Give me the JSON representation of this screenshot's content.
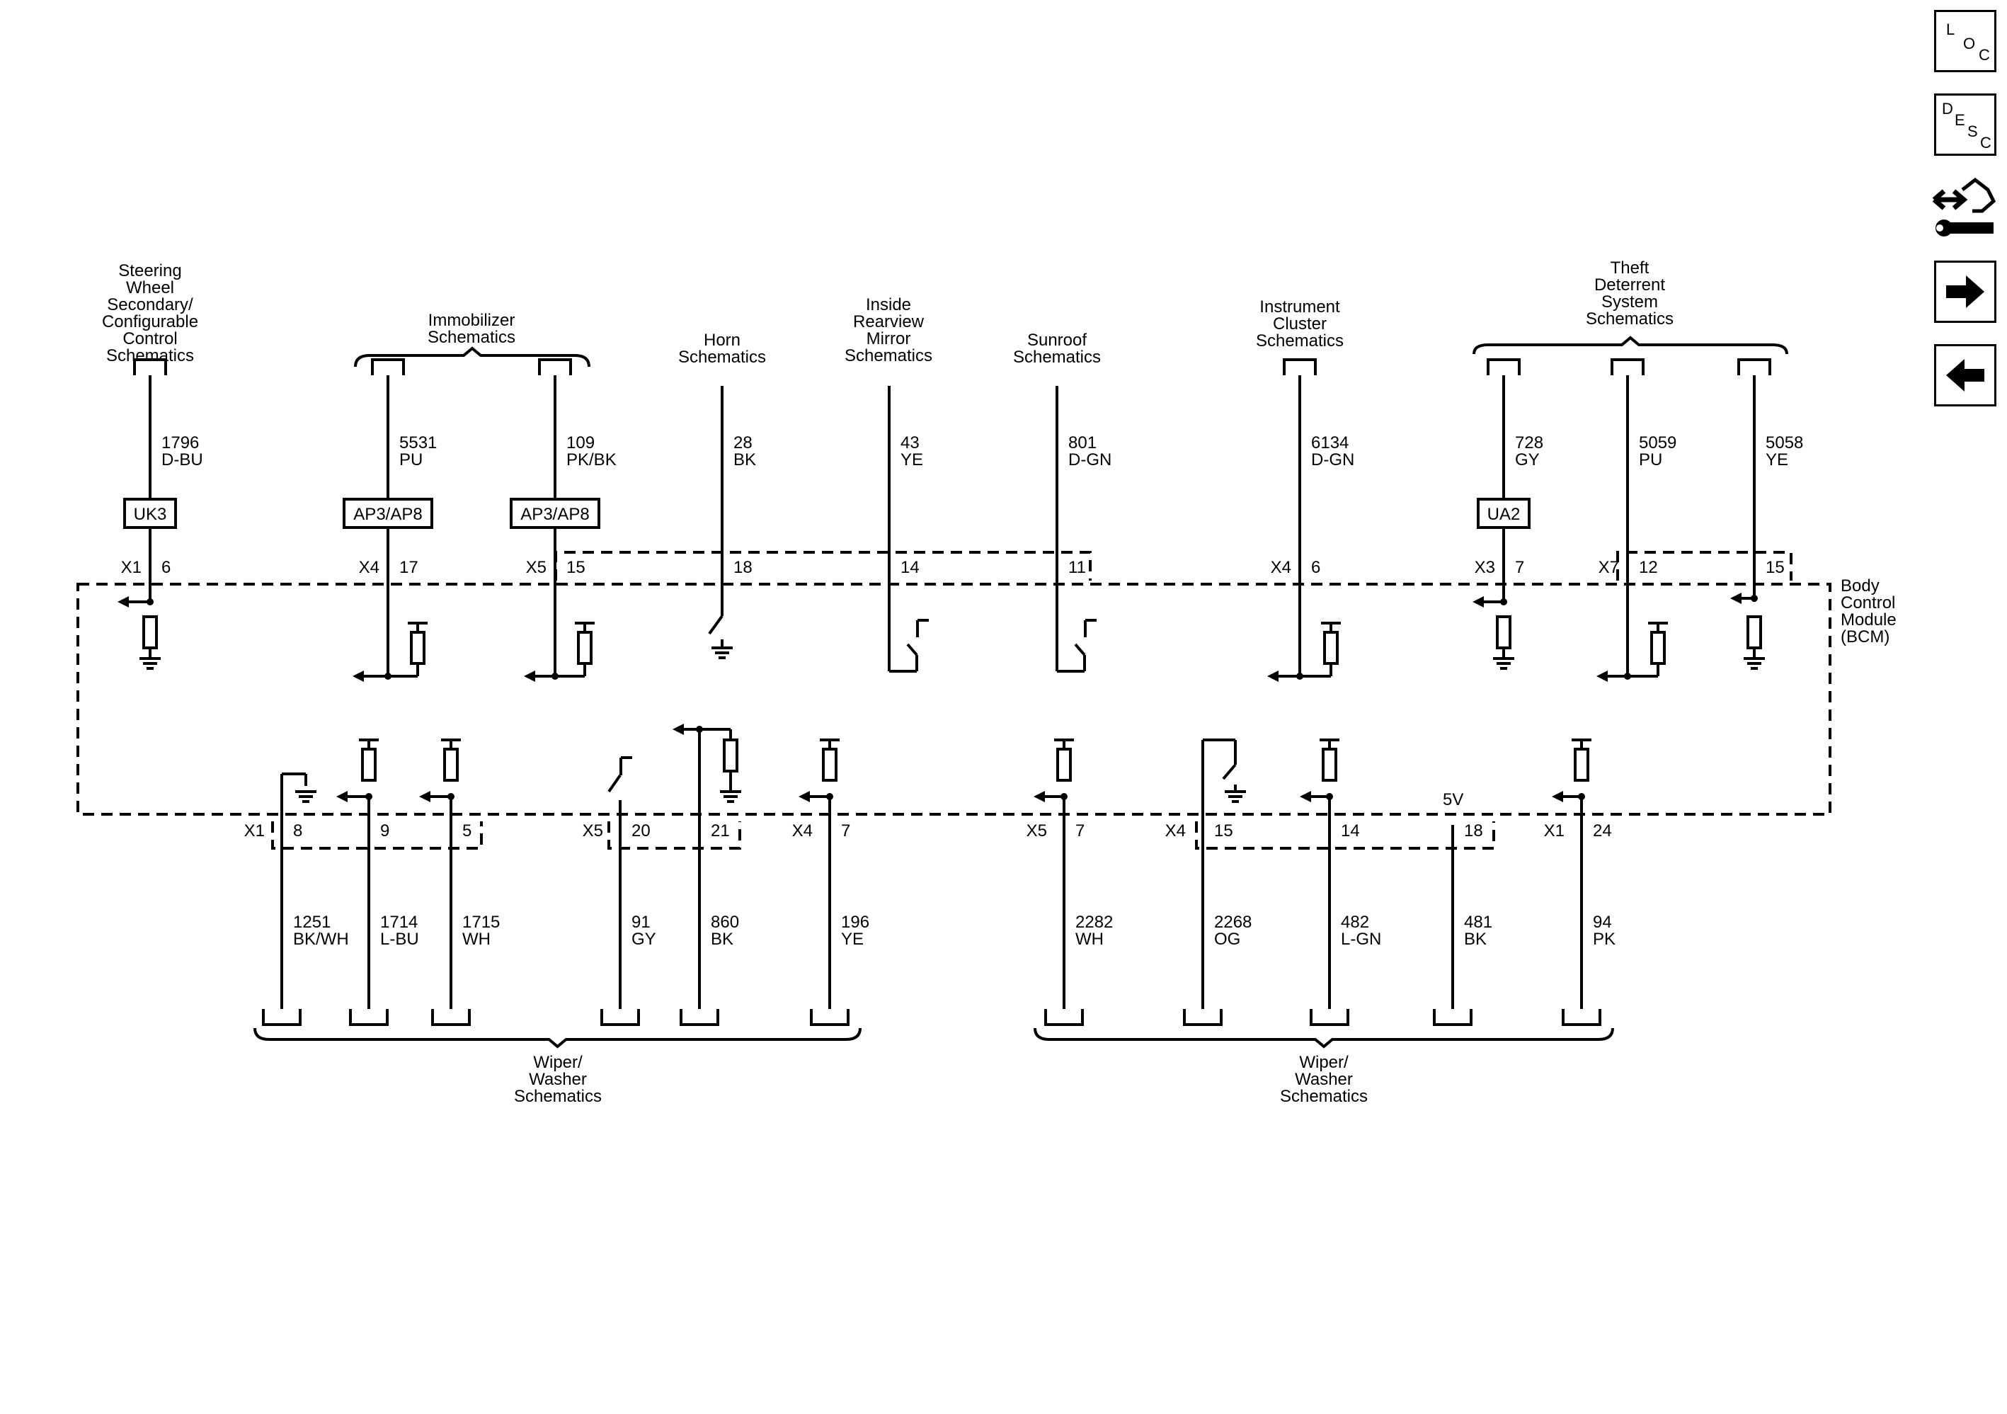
{
  "nav": {
    "loc": [
      "L",
      "O",
      "C"
    ],
    "desc": [
      "D",
      "E",
      "S",
      "C"
    ]
  },
  "bcm": [
    "Body",
    "Control",
    "Module",
    "(BCM)"
  ],
  "top_headers": {
    "steering": [
      "Steering",
      "Wheel",
      "Secondary/",
      "Configurable",
      "Control",
      "Schematics"
    ],
    "immobilizer": [
      "Immobilizer",
      "Schematics"
    ],
    "horn": [
      "Horn",
      "Schematics"
    ],
    "mirror": [
      "Inside",
      "Rearview",
      "Mirror",
      "Schematics"
    ],
    "sunroof": [
      "Sunroof",
      "Schematics"
    ],
    "cluster": [
      "Instrument",
      "Cluster",
      "Schematics"
    ],
    "theft": [
      "Theft",
      "Deterrent",
      "System",
      "Schematics"
    ]
  },
  "top_circuits": [
    {
      "num": "1796",
      "color": "D-BU",
      "conn": "X1",
      "pin": "6",
      "box": "UK3"
    },
    {
      "num": "5531",
      "color": "PU",
      "conn": "X4",
      "pin": "17",
      "box": "AP3/AP8"
    },
    {
      "num": "109",
      "color": "PK/BK",
      "conn": "X5",
      "pin": "15",
      "box": "AP3/AP8"
    },
    {
      "num": "28",
      "color": "BK",
      "conn": "",
      "pin": "18",
      "box": ""
    },
    {
      "num": "43",
      "color": "YE",
      "conn": "",
      "pin": "14",
      "box": ""
    },
    {
      "num": "801",
      "color": "D-GN",
      "conn": "",
      "pin": "11",
      "box": ""
    },
    {
      "num": "6134",
      "color": "D-GN",
      "conn": "X4",
      "pin": "6",
      "box": ""
    },
    {
      "num": "728",
      "color": "GY",
      "conn": "X3",
      "pin": "7",
      "box": "UA2"
    },
    {
      "num": "5059",
      "color": "PU",
      "conn": "X7",
      "pin": "12",
      "box": ""
    },
    {
      "num": "5058",
      "color": "YE",
      "conn": "",
      "pin": "15",
      "box": ""
    }
  ],
  "bottom_circuits": [
    {
      "num": "1251",
      "color": "BK/WH",
      "conn": "X1",
      "pin": "8"
    },
    {
      "num": "1714",
      "color": "L-BU",
      "conn": "",
      "pin": "9"
    },
    {
      "num": "1715",
      "color": "WH",
      "conn": "",
      "pin": "5"
    },
    {
      "num": "91",
      "color": "GY",
      "conn": "X5",
      "pin": "20"
    },
    {
      "num": "860",
      "color": "BK",
      "conn": "",
      "pin": "21"
    },
    {
      "num": "196",
      "color": "YE",
      "conn": "X4",
      "pin": "7"
    },
    {
      "num": "2282",
      "color": "WH",
      "conn": "X5",
      "pin": "7"
    },
    {
      "num": "2268",
      "color": "OG",
      "conn": "X4",
      "pin": "15"
    },
    {
      "num": "482",
      "color": "L-GN",
      "conn": "",
      "pin": "14"
    },
    {
      "num": "481",
      "color": "BK",
      "conn": "",
      "pin": "18"
    },
    {
      "num": "94",
      "color": "PK",
      "conn": "X1",
      "pin": "24"
    }
  ],
  "bottom_headers": {
    "wiper_left": [
      "Wiper/",
      "Washer",
      "Schematics"
    ],
    "wiper_right": [
      "Wiper/",
      "Washer",
      "Schematics"
    ]
  },
  "voltage_label": "5V"
}
